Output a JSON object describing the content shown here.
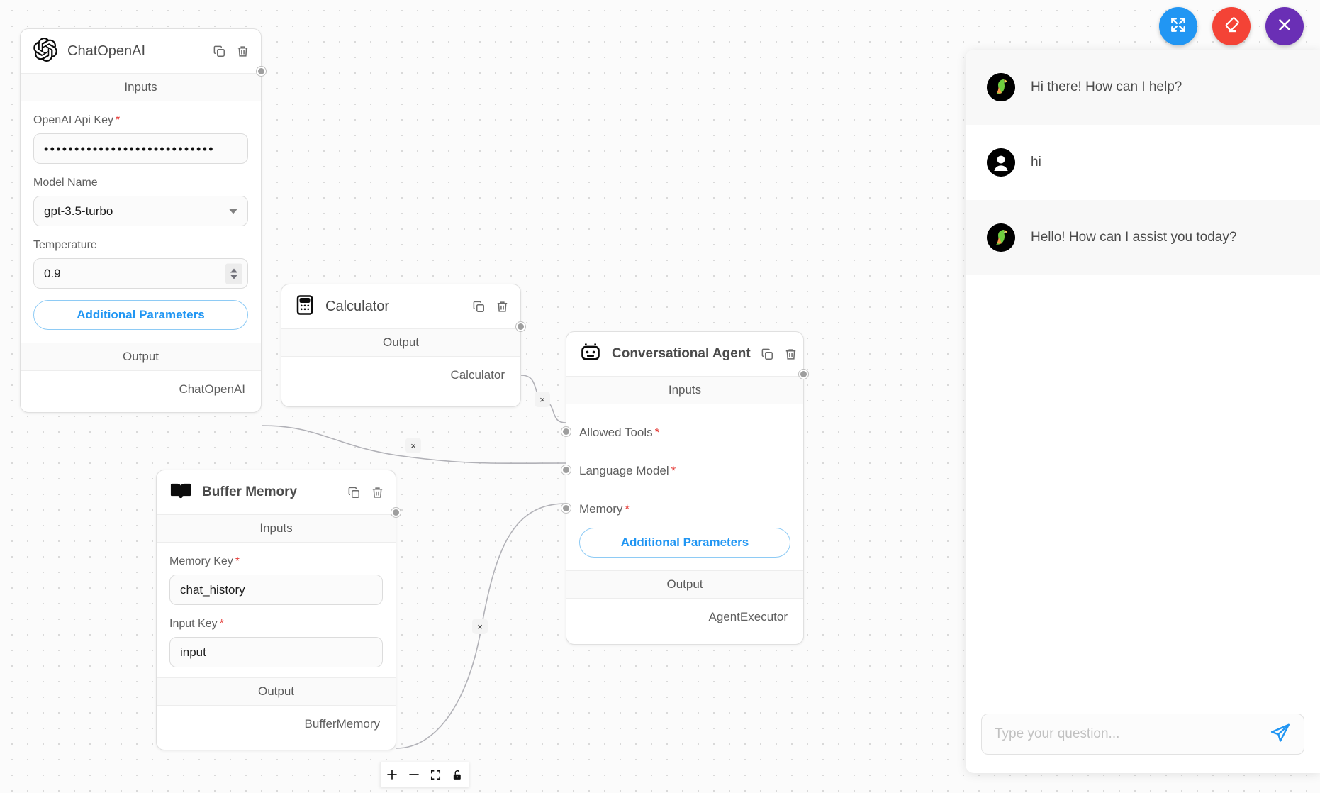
{
  "canvas": {
    "zoom_controls": [
      {
        "name": "zoom-in",
        "icon": "plus-icon"
      },
      {
        "name": "zoom-out",
        "icon": "minus-icon"
      },
      {
        "name": "fit-view",
        "icon": "fit-view-icon"
      },
      {
        "name": "toggle-lock",
        "icon": "lock-icon"
      }
    ]
  },
  "actions": [
    {
      "name": "expand-chat-button",
      "icon": "expand-icon",
      "color": "#2196f3"
    },
    {
      "name": "clear-chat-button",
      "icon": "eraser-icon",
      "color": "#f44336"
    },
    {
      "name": "close-chat-button",
      "icon": "close-icon",
      "color": "#6a2fb5"
    }
  ],
  "nodes": {
    "chatopenai": {
      "title": "ChatOpenAI",
      "icon": "openai-icon",
      "inputs_label": "Inputs",
      "output_label": "Output",
      "output_name": "ChatOpenAI",
      "additional_params_label": "Additional Parameters",
      "fields": [
        {
          "label": "OpenAI Api Key",
          "required": true,
          "type": "password",
          "value": "••••••••••••••••••••••••••••"
        },
        {
          "label": "Model Name",
          "required": false,
          "type": "select",
          "value": "gpt-3.5-turbo"
        },
        {
          "label": "Temperature",
          "required": false,
          "type": "number",
          "value": "0.9"
        }
      ]
    },
    "calculator": {
      "title": "Calculator",
      "icon": "calculator-icon",
      "output_label": "Output",
      "output_name": "Calculator"
    },
    "buffer_memory": {
      "title": "Buffer Memory",
      "icon": "book-icon",
      "inputs_label": "Inputs",
      "output_label": "Output",
      "output_name": "BufferMemory",
      "fields": [
        {
          "label": "Memory Key",
          "required": true,
          "value": "chat_history"
        },
        {
          "label": "Input Key",
          "required": true,
          "value": "input"
        }
      ]
    },
    "conversational_agent": {
      "title": "Conversational Agent",
      "icon": "robot-icon",
      "inputs_label": "Inputs",
      "output_label": "Output",
      "output_name": "AgentExecutor",
      "additional_params_label": "Additional Parameters",
      "input_anchors": [
        {
          "label": "Allowed Tools",
          "required": true
        },
        {
          "label": "Language Model",
          "required": true
        },
        {
          "label": "Memory",
          "required": true
        }
      ]
    }
  },
  "edges": [
    {
      "name": "calculator-to-allowed-tools",
      "delete_label": "×"
    },
    {
      "name": "chatopenai-to-language-model",
      "delete_label": "×"
    },
    {
      "name": "buffermemory-to-memory",
      "delete_label": "×"
    }
  ],
  "chat": {
    "messages": [
      {
        "role": "bot",
        "avatar": "parrot-avatar",
        "text": "Hi there! How can I help?"
      },
      {
        "role": "user",
        "avatar": "user-avatar",
        "text": "hi"
      },
      {
        "role": "bot",
        "avatar": "parrot-avatar",
        "text": "Hello! How can I assist you today?"
      }
    ],
    "input": {
      "value": "",
      "placeholder": "Type your question..."
    },
    "send_icon": "send-icon"
  }
}
